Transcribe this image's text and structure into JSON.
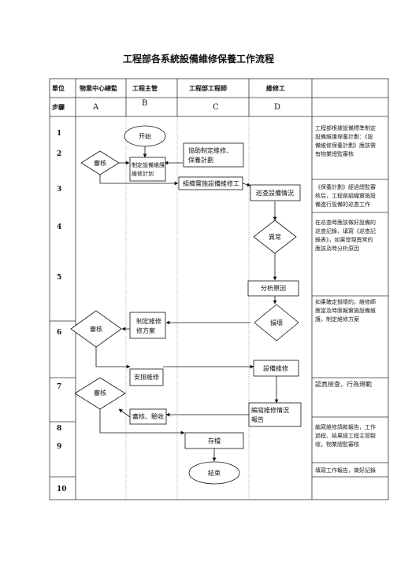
{
  "title": "工程部各系統設備維修保養工作流程",
  "header": {
    "unit_label": "單位",
    "step_label": "步驟",
    "columns": [
      {
        "name": "物業中心總監",
        "code": "A"
      },
      {
        "name": "工程主管",
        "code": "B"
      },
      {
        "name": "工程部工程師",
        "code": "C"
      },
      {
        "name": "維修工",
        "code": "D"
      }
    ]
  },
  "rows": [
    "1",
    "2",
    "3",
    "4",
    "5",
    "6",
    "7",
    "8",
    "9",
    "10"
  ],
  "nodes": {
    "start": "开始",
    "assist_plan": "協助制定維修、保養計劃",
    "review_a1": "審核",
    "make_plan": "制定設備維護維修計划",
    "organize_staff": "組織實施設備維修工",
    "inspect": "巡查設備情況",
    "abnormal": "異常",
    "analyze": "分析原因",
    "review_a2": "審核",
    "repair_plan": "制定維修修方案",
    "damage": "損壞",
    "arrange": "安排維修",
    "repair": "設備維修",
    "review_a3": "審核",
    "review_accept": "審核、驗收",
    "report": "編寫維修情況報告",
    "archive": "存檔",
    "end": "結束"
  },
  "notes": [
    "工程部根據設備標準制定設備維護保養計劃：《設備維修保養計劃》應該需有物業總監審核",
    "《保養計劃》經過總監審核后，工程部組織實施設備進行設備的巡查工作",
    "在巡查時應該做好設備的巡查記錄，填寫《巡查記錄表》，如果發現異常的應該及時分析原因",
    "如果確定損壞的，維修師應當及時匯報實施設備維護，制定維修方案",
    "認真檢查，行為規範",
    "編寫維修請款報告，工作過程、結果經工程主管驗收，物業總監審核",
    "填寫工作報告，做好記錄"
  ]
}
